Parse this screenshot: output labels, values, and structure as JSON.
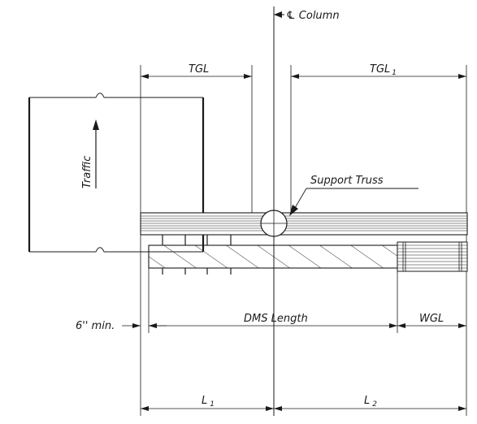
{
  "labels": {
    "column": "℄ Column",
    "tgl": "TGL",
    "tgl1_main": "TGL",
    "tgl1_sub": "1",
    "traffic": "Traffic",
    "support_truss": "Support Truss",
    "six_min": "6'' min.",
    "dms_length": "DMS Length",
    "wgl": "WGL",
    "l1_main": "L",
    "l1_sub": "1",
    "l2_main": "L",
    "l2_sub": "2"
  }
}
